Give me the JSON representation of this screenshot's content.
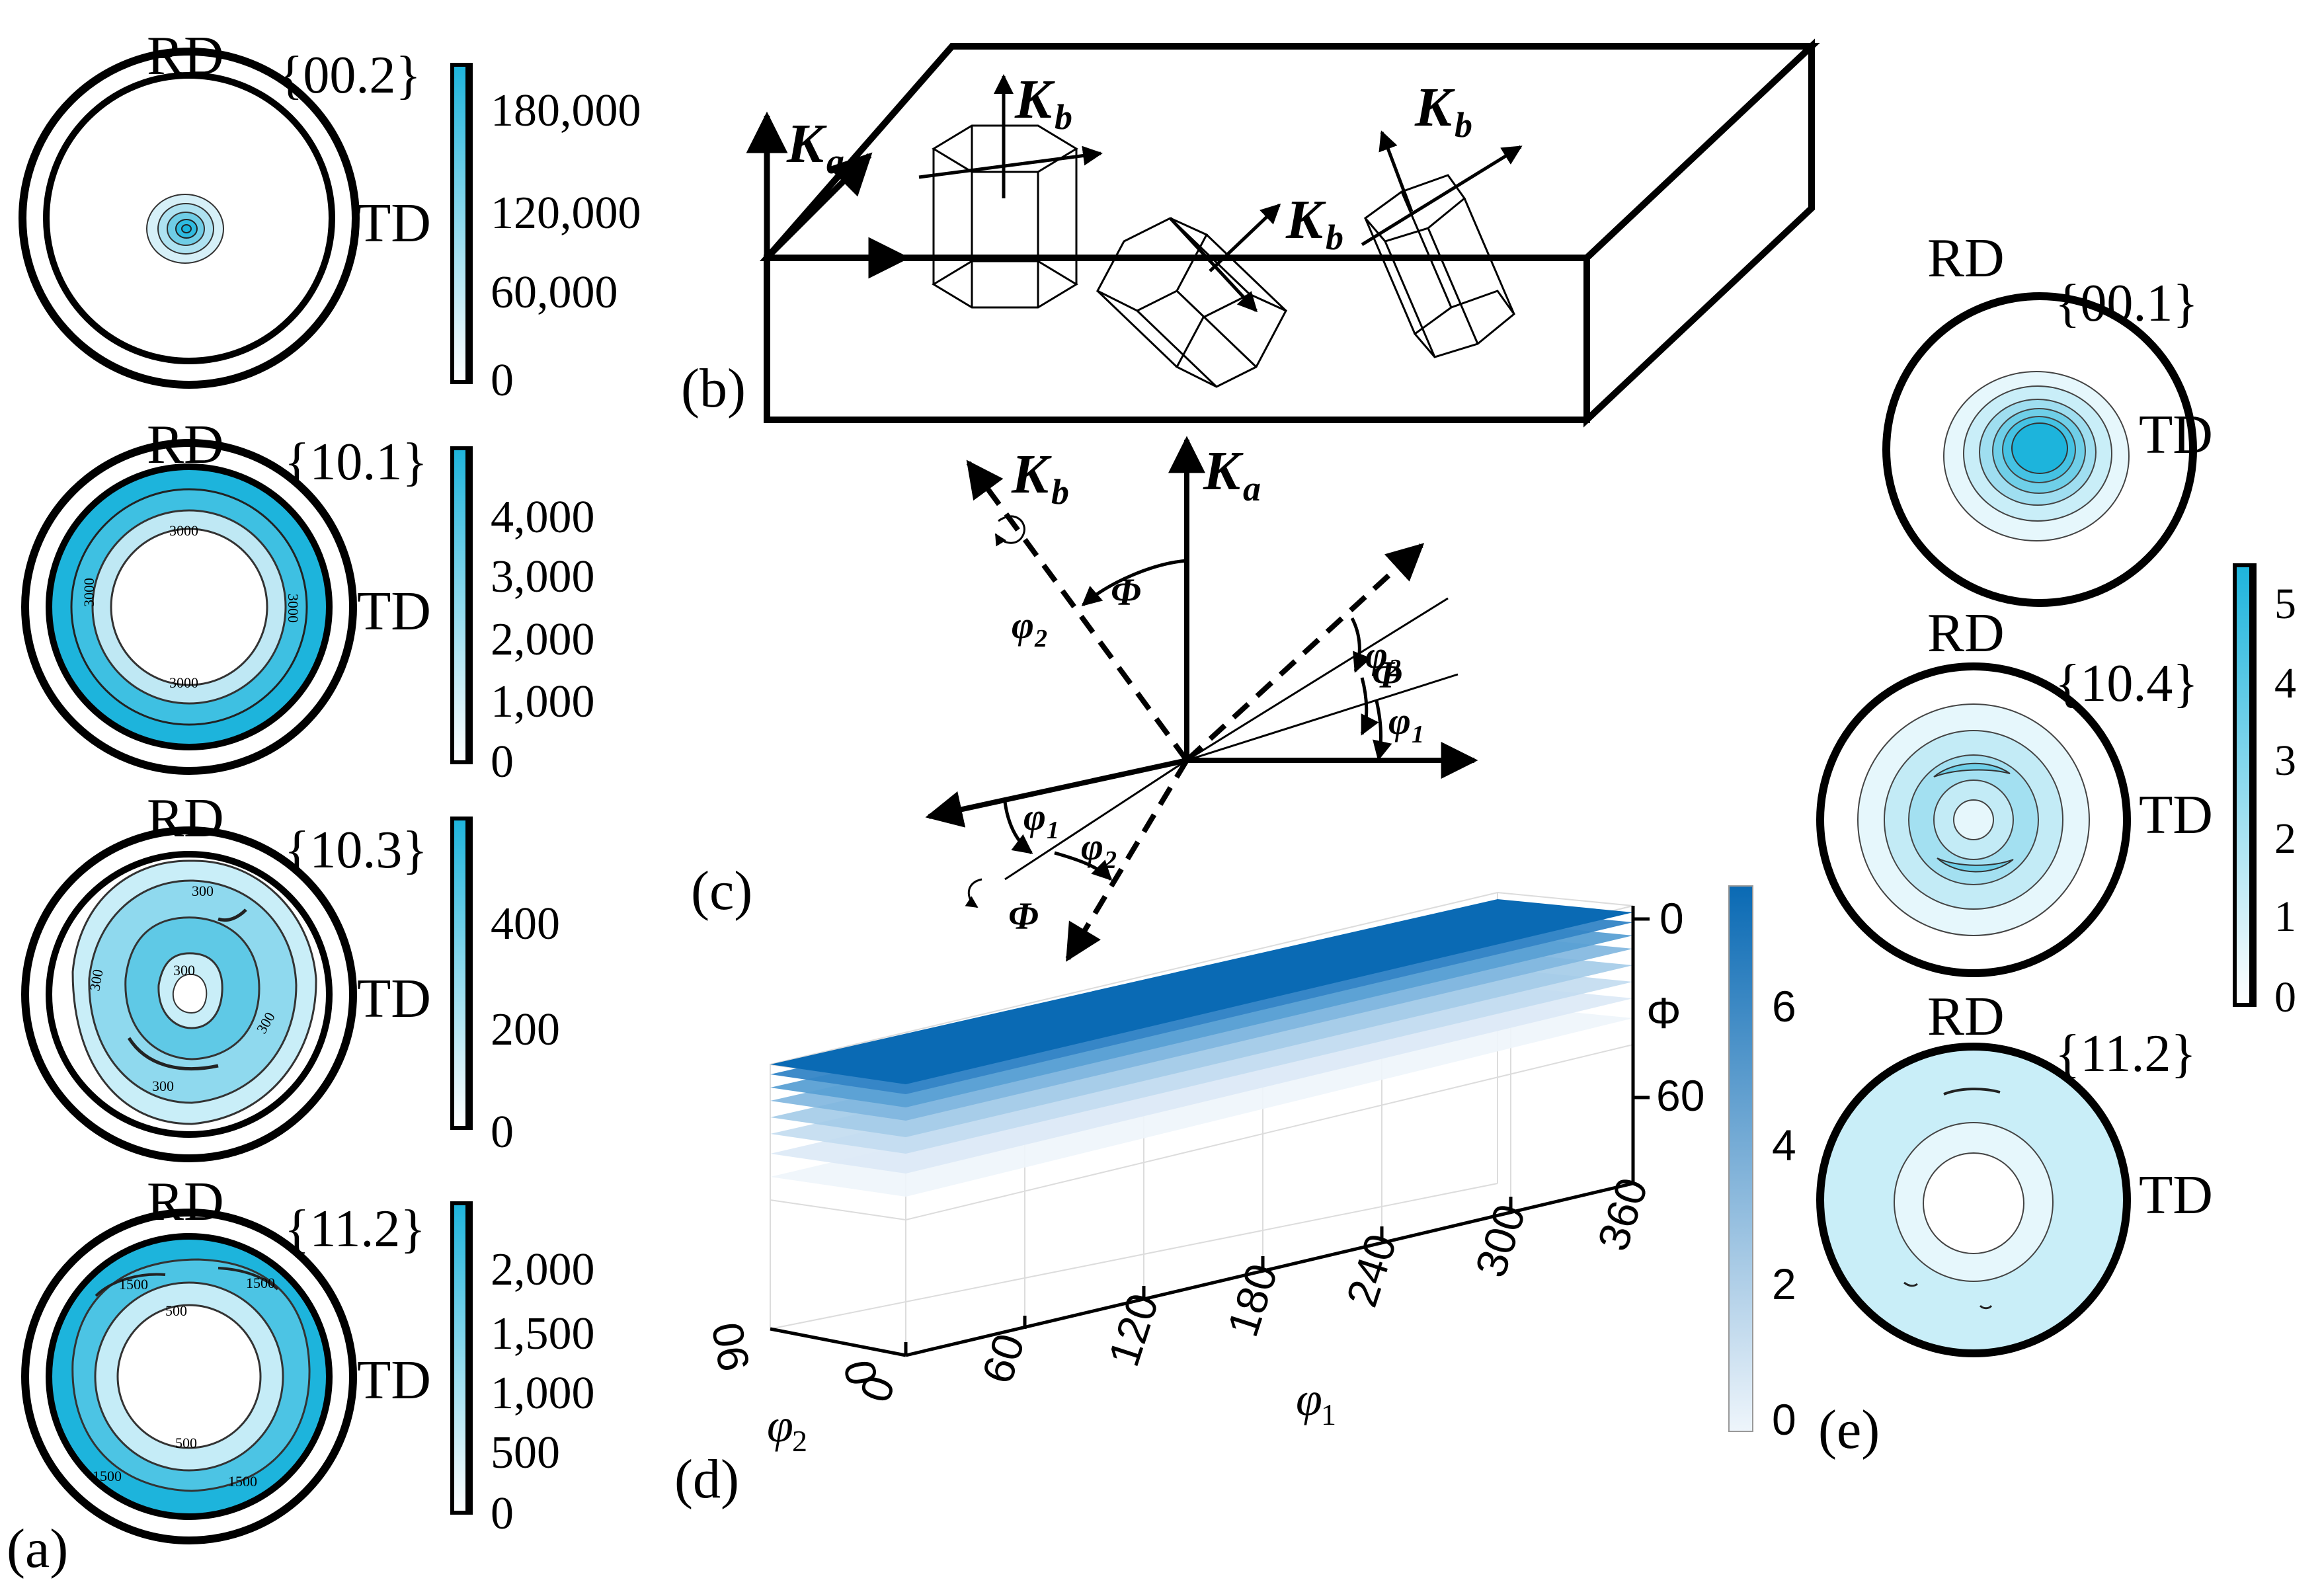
{
  "colors": {
    "accent": "#1db4dc",
    "accent_dark": "#0a6ab4",
    "ink": "#000000"
  },
  "panel_a": {
    "label": "(a)",
    "rd": "RD",
    "td": "TD",
    "plots": [
      {
        "plane": "{00.2}",
        "ticks": [
          "180,000",
          "120,000",
          "60,000",
          "0"
        ],
        "contour_labels": []
      },
      {
        "plane": "{10.1}",
        "ticks": [
          "4,000",
          "3,000",
          "2,000",
          "1,000",
          "0"
        ],
        "contour_labels": [
          "3000",
          "3000",
          "3000",
          "3000"
        ]
      },
      {
        "plane": "{10.3}",
        "ticks": [
          "400",
          "200",
          "0"
        ],
        "contour_labels": [
          "300",
          "300",
          "300",
          "300",
          "300"
        ]
      },
      {
        "plane": "{11.2}",
        "ticks": [
          "2,000",
          "1,500",
          "1,000",
          "500",
          "0"
        ],
        "contour_labels": [
          "1500",
          "1500",
          "500",
          "500",
          "1500",
          "1500"
        ]
      }
    ]
  },
  "panel_b": {
    "label": "(b)",
    "ka": "K",
    "ka_sub": "a",
    "kb": "K",
    "kb_sub": "b"
  },
  "panel_c": {
    "label": "(c)",
    "ka": "K",
    "ka_sub": "a",
    "kb": "K",
    "kb_sub": "b",
    "phi_big": "Φ",
    "phi1_base": "φ",
    "phi1_sub": "1",
    "phi2_base": "φ",
    "phi2_sub": "2"
  },
  "panel_d": {
    "label": "(d)",
    "phi1_axis": {
      "label": "φ",
      "label_sub": "1",
      "ticks": [
        "0",
        "60",
        "120",
        "180",
        "240",
        "300",
        "360"
      ]
    },
    "phi2_axis": {
      "label": "φ",
      "label_sub": "2",
      "ticks": [
        "90",
        "0"
      ]
    },
    "Phi_axis": {
      "label": "Φ",
      "ticks": [
        "0",
        "60"
      ]
    },
    "colorbar_ticks": [
      "6",
      "4",
      "2",
      "0"
    ]
  },
  "panel_e": {
    "label": "(e)",
    "rd": "RD",
    "td": "TD",
    "plots": [
      {
        "plane": "{00.1}"
      },
      {
        "plane": "{10.4}"
      },
      {
        "plane": "{11.2}"
      }
    ],
    "colorbar_ticks": [
      "5",
      "4",
      "3",
      "2",
      "1",
      "0"
    ]
  }
}
